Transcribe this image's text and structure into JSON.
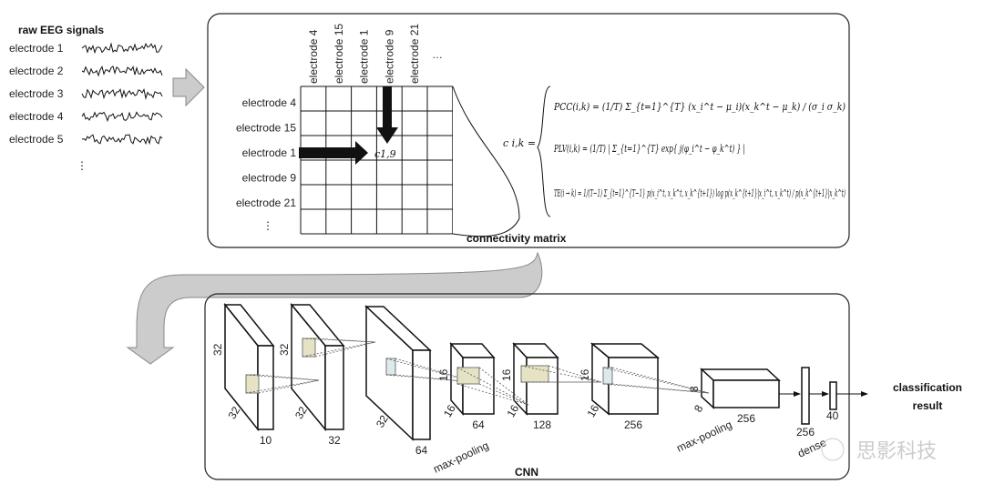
{
  "raw_signals": {
    "title": "raw EEG signals",
    "electrodes": [
      "electrode 1",
      "electrode 2",
      "electrode 3",
      "electrode 4",
      "electrode 5"
    ],
    "more": "⋮"
  },
  "matrix": {
    "column_labels": [
      "electrode 4",
      "electrode 15",
      "electrode 1",
      "electrode 9",
      "electrode 21"
    ],
    "column_more": "…",
    "row_labels": [
      "electrode 4",
      "electrode 15",
      "electrode 1",
      "electrode 9",
      "electrode 21"
    ],
    "row_more": "⋮",
    "cell_label": "c1,9",
    "caption": "connectivity matrix"
  },
  "formulas": {
    "lhs": "c i,k =",
    "pcc": "PCC(i,k) = (1/T) Σ_{t=1}^{T} (x_i^t − μ_i)(x_k^t − μ_k) / (σ_i σ_k)",
    "plv": "PLV(i,k) = (1/T) | Σ_{t=1}^{T} exp{ j(φ_i^t − φ_k^t) } |",
    "te": "TE(i → k) = 1/(T−1) Σ_{t=1}^{T−1} p(x_i^t, x_k^t, x_k^{t+1}) log p(x_k^{t+1}|x_i^t, x_k^t) / p(x_k^{t+1}|x_k^t)"
  },
  "cnn": {
    "caption": "CNN",
    "layers": [
      {
        "h": "32",
        "w": "32",
        "d": "10"
      },
      {
        "h": "32",
        "w": "32",
        "d": "32"
      },
      {
        "h": "",
        "w": "32",
        "d": "64"
      },
      {
        "h": "16",
        "w": "16",
        "d": "64"
      },
      {
        "h": "16",
        "w": "16",
        "d": "128"
      },
      {
        "h": "16",
        "w": "16",
        "d": "256"
      },
      {
        "h": "8",
        "w": "8",
        "d": "256"
      }
    ],
    "pool_label_1": "max-pooling",
    "pool_label_2": "max-pooling",
    "dense_label": "dense",
    "dense_sizes": [
      "256",
      "40"
    ],
    "output": [
      "classification",
      "result"
    ]
  },
  "watermark": "思影科技"
}
